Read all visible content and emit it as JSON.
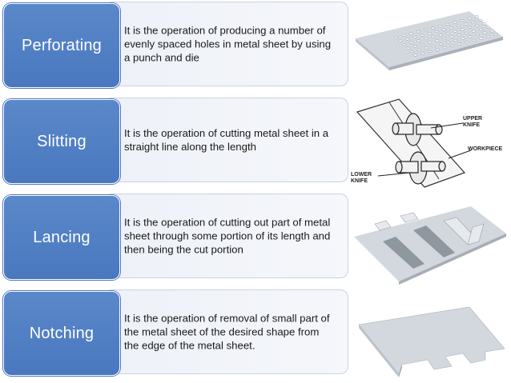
{
  "rows": [
    {
      "title": "Perforating",
      "bullet": "•",
      "description": "It is the operation of producing a number of evenly spaced holes in metal sheet by using a punch and die"
    },
    {
      "title": "Slitting",
      "bullet": "•",
      "description": "It is the operation of cutting metal sheet in a straight line along the length"
    },
    {
      "title": "Lancing",
      "bullet": "•",
      "description": "It is the operation of cutting out part of metal sheet through some portion of its length and then being the cut portion"
    },
    {
      "title": "Notching",
      "bullet": "•",
      "description": "It is the operation of removal of small part of the metal sheet of the desired shape from the edge of the metal sheet."
    }
  ],
  "slitting_labels": {
    "upper": "UPPER",
    "upper2": "KNIFE",
    "workpiece": "WORKPIECE",
    "lower": "LOWER",
    "lower2": "KNIFE"
  },
  "colors": {
    "title_fill": "#4f7fc4",
    "desc_fill": "#f0f3f9",
    "metal": "#cfd5dc"
  }
}
